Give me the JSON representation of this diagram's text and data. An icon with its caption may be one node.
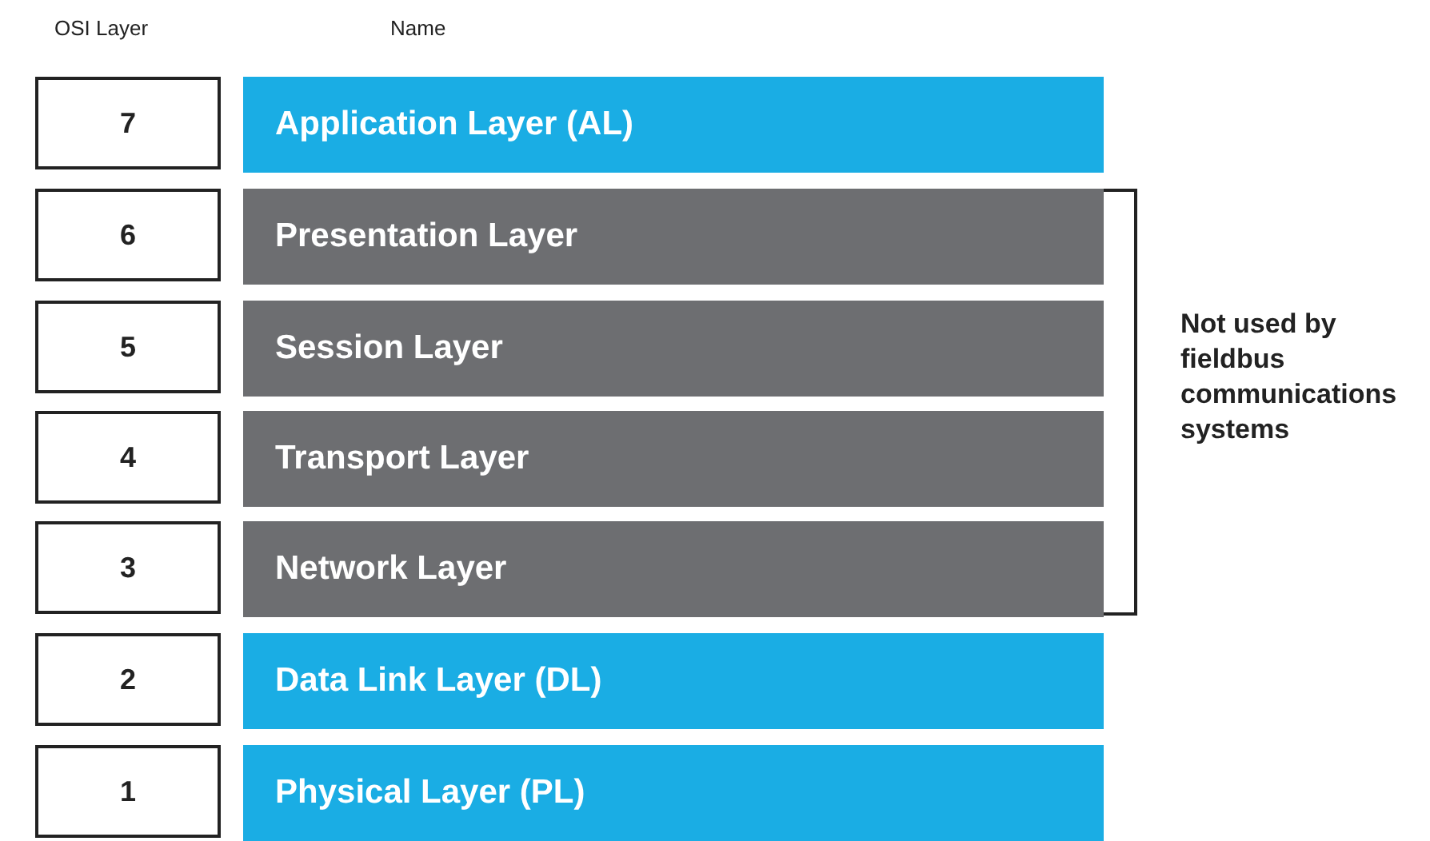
{
  "diagram": {
    "nodes": [
      {
        "text": [
          "7"
        ]
      },
      {
        "text": [
          "Application Layer (AL)"
        ]
      },
      {
        "text": [
          "6"
        ]
      },
      {
        "text": [
          "Presentation Layer"
        ]
      },
      {
        "text": [
          "5"
        ]
      },
      {
        "text": [
          "Session Layer"
        ]
      },
      {
        "text": [
          "4"
        ]
      },
      {
        "text": [
          "Transport Layer"
        ]
      },
      {
        "text": [
          "3"
        ]
      },
      {
        "text": [
          "Network Layer"
        ]
      },
      {
        "text": [
          "2"
        ]
      },
      {
        "text": [
          "Data Link Layer (DL)"
        ]
      },
      {
        "text": [
          "1"
        ]
      },
      {
        "text": [
          "Physical Layer (PL)"
        ]
      }
    ],
    "edges": [],
    "labels": [
      "OSI Layer",
      "Name",
      "Not used by fieldbus communications systems"
    ]
  }
}
